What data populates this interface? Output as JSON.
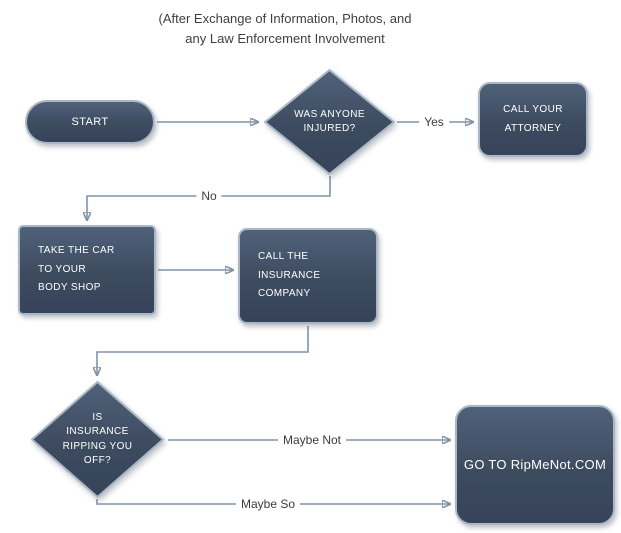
{
  "title": {
    "line1": "(After Exchange of Information, Photos, and",
    "line2": "any Law Enforcement Involvement"
  },
  "nodes": {
    "start": {
      "label": "START"
    },
    "injured": {
      "line1": "WAS  ANYONE",
      "line2": "INJURED?"
    },
    "attorney": {
      "line1": "CALL YOUR",
      "line2": "ATTORNEY"
    },
    "bodyshop": {
      "line1": "TAKE THE CAR",
      "line2": "TO YOUR",
      "line3": "BODY SHOP"
    },
    "insurance": {
      "line1": "CALL THE",
      "line2": "INSURANCE",
      "line3": "COMPANY"
    },
    "ripping": {
      "line1": "IS",
      "line2": "INSURANCE",
      "line3": "RIPPING YOU",
      "line4": "OFF?"
    },
    "goto": {
      "label": "GO TO RipMeNot.COM"
    }
  },
  "edges": {
    "yes": "Yes",
    "no": "No",
    "maybe_not": "Maybe Not",
    "maybe_so": "Maybe So"
  },
  "colors": {
    "node_fill": "#3d4b5f",
    "node_border": "#aab8c6",
    "edge_line": "#8093a7",
    "node_text": "#ffffff",
    "label_text": "#3c3c3c"
  }
}
